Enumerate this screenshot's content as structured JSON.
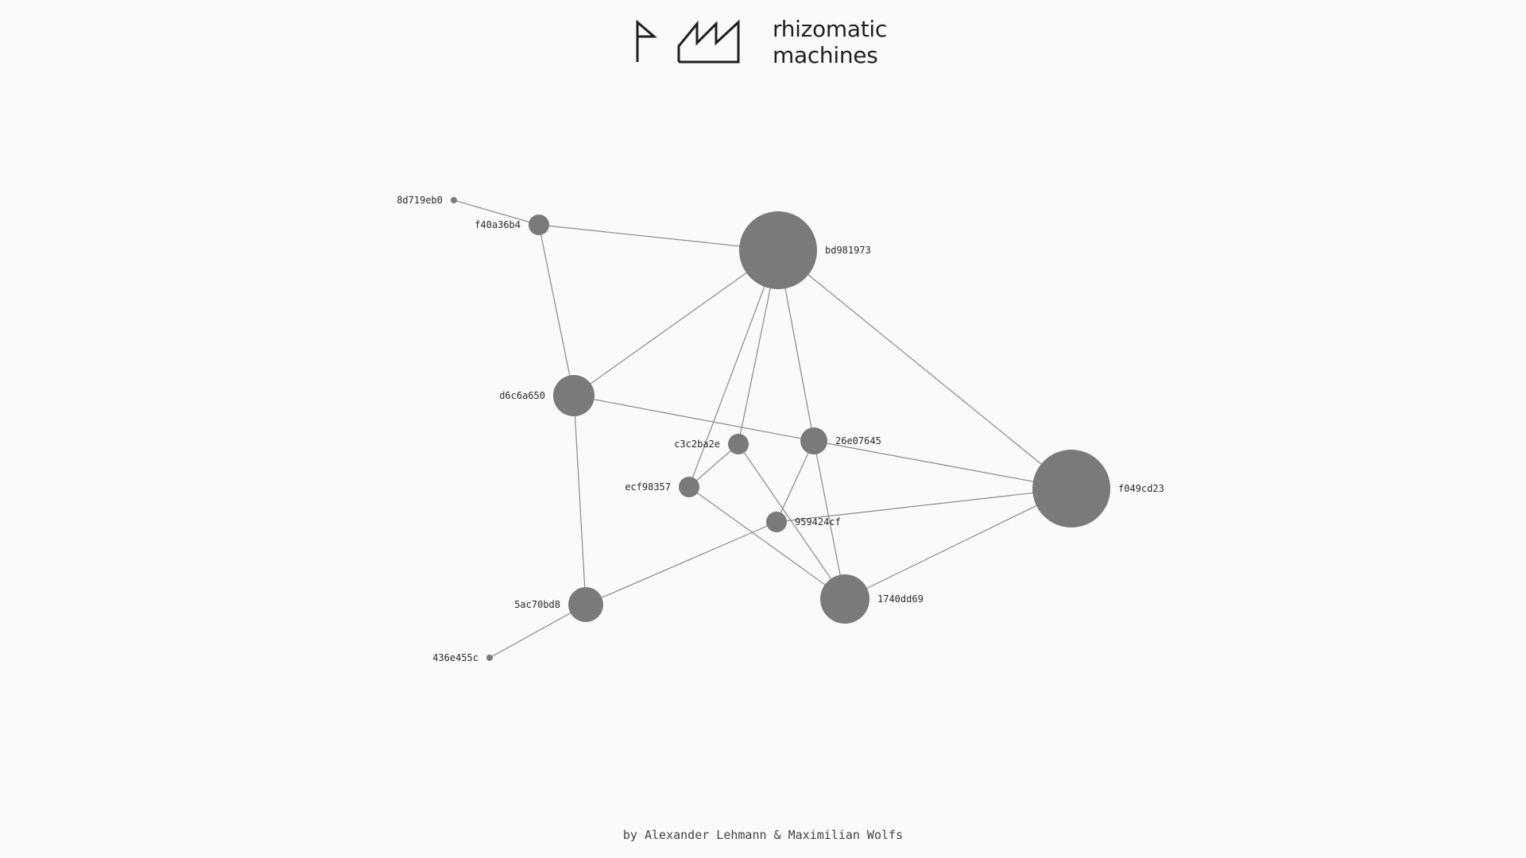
{
  "header": {
    "brand_line1": "rhizomatic",
    "brand_line2": "machines"
  },
  "footer": {
    "credit": "by Alexander Lehmann & Maximilian Wolfs"
  },
  "colors": {
    "background": "#fafafa",
    "node": "#7a7a7a",
    "edge": "#8a8a8a",
    "text": "#1f1f1f"
  },
  "graph": {
    "nodes": [
      {
        "id": "8d719eb0",
        "weight": 1
      },
      {
        "id": "f40a36b4",
        "weight": 3
      },
      {
        "id": "bd981973",
        "weight": 10
      },
      {
        "id": "d6c6a650",
        "weight": 5
      },
      {
        "id": "c3c2ba2e",
        "weight": 3
      },
      {
        "id": "26e07645",
        "weight": 4
      },
      {
        "id": "ecf98357",
        "weight": 3
      },
      {
        "id": "959424cf",
        "weight": 3
      },
      {
        "id": "f049cd23",
        "weight": 10
      },
      {
        "id": "5ac70bd8",
        "weight": 4
      },
      {
        "id": "1740dd69",
        "weight": 6
      },
      {
        "id": "436e455c",
        "weight": 1
      }
    ],
    "edges": [
      [
        "8d719eb0",
        "f40a36b4"
      ],
      [
        "f40a36b4",
        "bd981973"
      ],
      [
        "f40a36b4",
        "d6c6a650"
      ],
      [
        "bd981973",
        "d6c6a650"
      ],
      [
        "bd981973",
        "ecf98357"
      ],
      [
        "bd981973",
        "c3c2ba2e"
      ],
      [
        "bd981973",
        "26e07645"
      ],
      [
        "bd981973",
        "f049cd23"
      ],
      [
        "d6c6a650",
        "26e07645"
      ],
      [
        "d6c6a650",
        "5ac70bd8"
      ],
      [
        "c3c2ba2e",
        "ecf98357"
      ],
      [
        "c3c2ba2e",
        "1740dd69"
      ],
      [
        "ecf98357",
        "1740dd69"
      ],
      [
        "26e07645",
        "f049cd23"
      ],
      [
        "26e07645",
        "959424cf"
      ],
      [
        "26e07645",
        "1740dd69"
      ],
      [
        "959424cf",
        "f049cd23"
      ],
      [
        "959424cf",
        "5ac70bd8"
      ],
      [
        "f049cd23",
        "1740dd69"
      ],
      [
        "5ac70bd8",
        "436e455c"
      ]
    ]
  }
}
